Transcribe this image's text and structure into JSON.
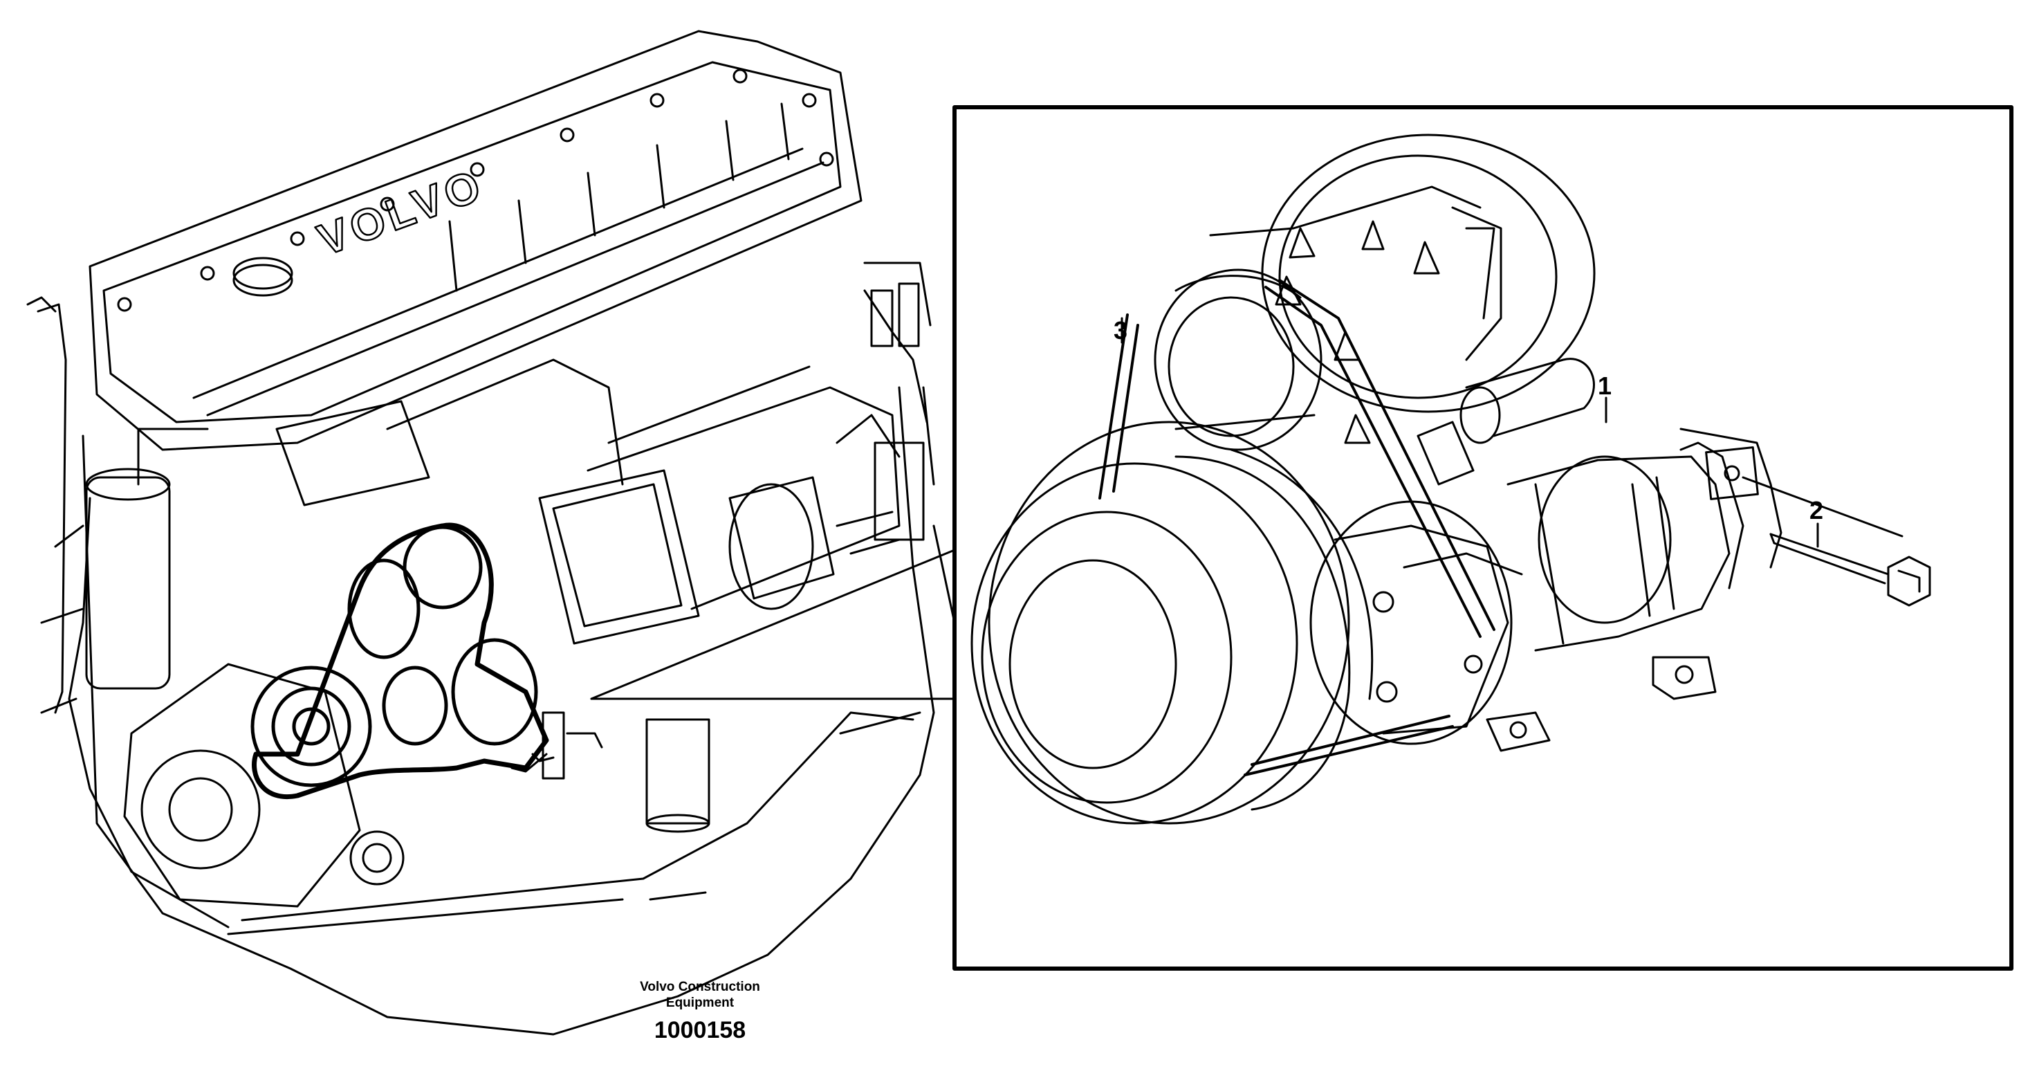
{
  "diagram": {
    "engine_brand_text": "VOLVO",
    "callouts": [
      {
        "id": "1",
        "label": "1"
      },
      {
        "id": "2",
        "label": "2"
      },
      {
        "id": "3",
        "label": "3"
      }
    ],
    "credit_line1": "Volvo Construction",
    "credit_line2": "Equipment",
    "figure_number": "1000158",
    "colors": {
      "line": "#000000",
      "background": "#ffffff"
    }
  }
}
